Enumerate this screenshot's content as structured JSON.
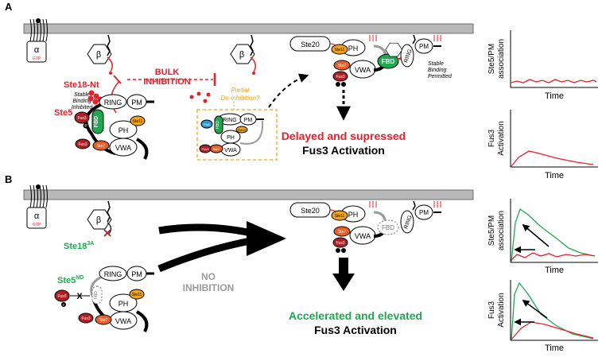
{
  "panels": {
    "a": "A",
    "b": "B"
  },
  "panel_a": {
    "alpha": "α",
    "gtp": "GTP",
    "beta": "β",
    "ste18_nt": "Ste18-Nt",
    "stable_binding_inhibited_1": "Stable",
    "stable_binding_inhibited_2": "Binding",
    "stable_binding_inhibited_3": "Inhibited",
    "bulk_1": "BULK",
    "bulk_2": "INHIBITION",
    "ste5": "Ste5",
    "ring": "RING",
    "pm": "PM",
    "fbd": "FBD",
    "fus3": "Fus3",
    "ste11": "Ste11",
    "ste7": "Ste7",
    "ph": "PH",
    "vwa": "VWA",
    "p": "P",
    "partial_1": "Partial",
    "partial_2": "De-inhibition?",
    "ptc1": "Ptc1",
    "ste20": "Ste20",
    "stable_binding_permitted_1": "Stable",
    "stable_binding_permitted_2": "Binding",
    "stable_binding_permitted_3": "Permitted",
    "result_1": "Delayed and supressed",
    "result_2": "Fus3 Activation"
  },
  "panel_b": {
    "alpha": "α",
    "gtp": "GTP",
    "beta": "β",
    "ste18_base": "Ste18",
    "ste18_sup": "3A",
    "ste5_base": "Ste5",
    "ste5_sup": "ND",
    "ring": "RING",
    "pm": "PM",
    "fbd": "FBD",
    "fus3": "Fus3",
    "ste11": "Ste11",
    "ste7": "Ste7",
    "ph": "PH",
    "vwa": "VWA",
    "p": "P",
    "x": "X",
    "no_1": "NO",
    "no_2": "INHIBITION",
    "ste20": "Ste20",
    "result_1": "Accelerated and elevated",
    "result_2": "Fus3 Activation"
  },
  "plots": {
    "a1_ylabel_1": "Ste5/PM",
    "a1_ylabel_2": "association",
    "a1_xlabel": "Time",
    "a2_ylabel_1": "Fus3",
    "a2_ylabel_2": "Activation",
    "a2_xlabel": "Time",
    "b1_ylabel_1": "Ste5/PM",
    "b1_ylabel_2": "association",
    "b1_xlabel": "Time",
    "b2_ylabel_1": "Fus3",
    "b2_ylabel_2": "Activation",
    "b2_xlabel": "Time"
  },
  "colors": {
    "red": "#e8202a",
    "green": "#1fa84f",
    "orange": "#f5a21b",
    "dark_red": "#b01f24",
    "membrane": "#b8b8b8",
    "gray": "#9a9a9a"
  }
}
